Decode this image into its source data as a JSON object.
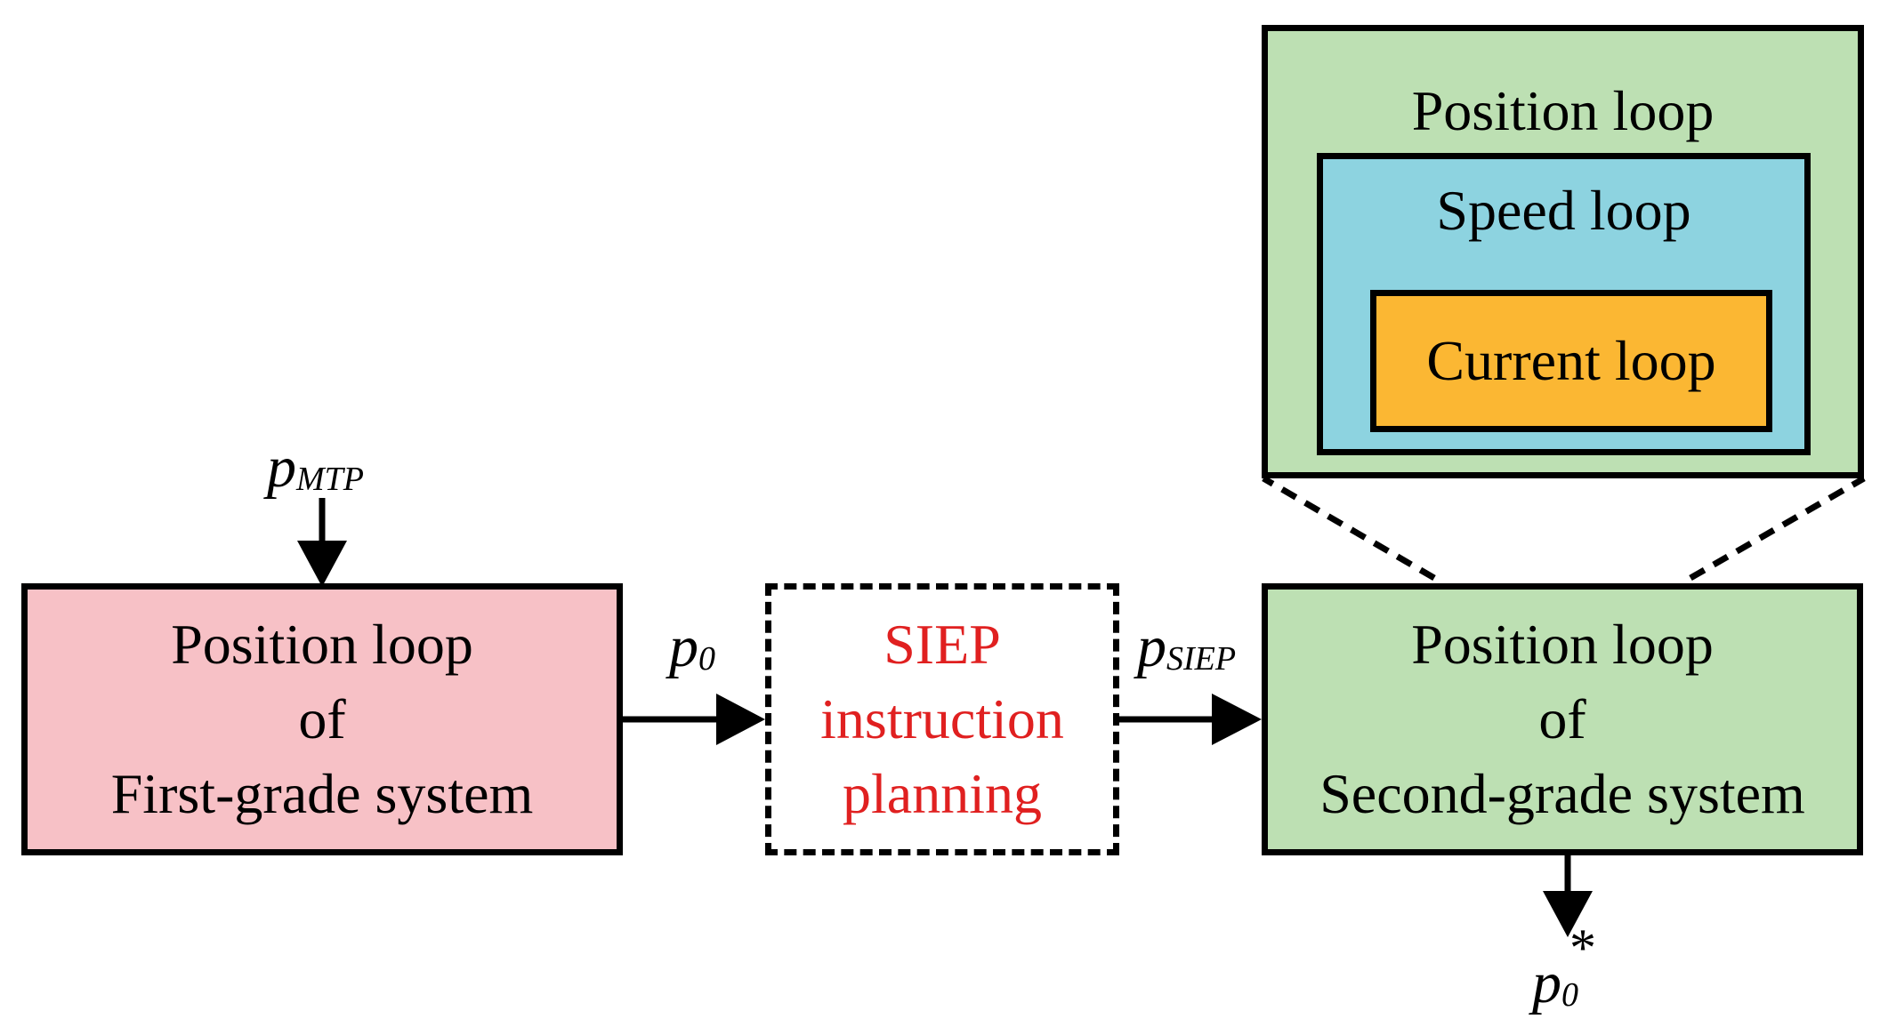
{
  "colors": {
    "first_grade_fill": "#f7c1c6",
    "second_grade_fill": "#bde0b3",
    "speed_loop_fill": "#8dd3e0",
    "current_loop_fill": "#fbb733",
    "planning_text": "#e02020",
    "stroke": "#000000"
  },
  "first_grade_block": {
    "lines": [
      "Position loop",
      "of",
      "First-grade system"
    ]
  },
  "planning_block": {
    "lines": [
      "SIEP",
      "instruction",
      "planning"
    ]
  },
  "second_grade_block": {
    "lines": [
      "Position loop",
      "of",
      "Second-grade system"
    ]
  },
  "detail": {
    "position_loop_label": "Position loop",
    "speed_loop_label": "Speed loop",
    "current_loop_label": "Current loop"
  },
  "signals": {
    "input": {
      "symbol": "p",
      "subscript": "MTP"
    },
    "first_output": {
      "symbol": "p",
      "subscript": "0"
    },
    "planned": {
      "symbol": "p",
      "subscript": "SIEP"
    },
    "final_output": {
      "symbol": "p",
      "subscript": "0",
      "superscript": "*"
    }
  }
}
